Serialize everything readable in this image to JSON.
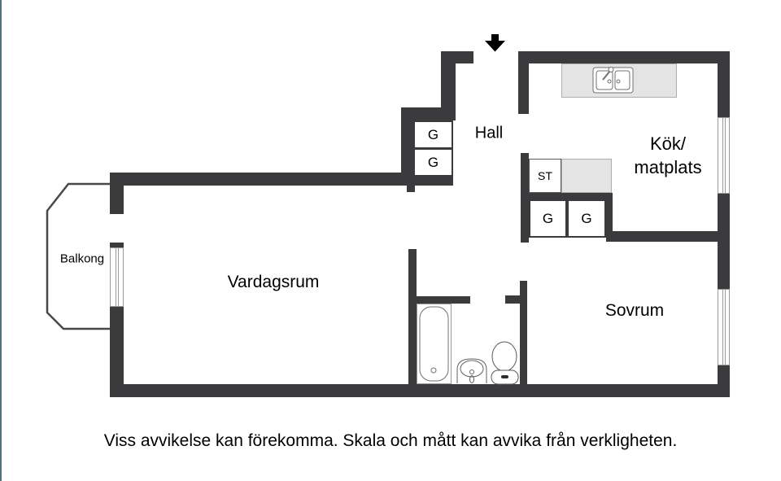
{
  "colors": {
    "wall": "#3B3B3D",
    "fixture_gray": "#E4E4E4",
    "outline_gray": "#707070",
    "page_edge_line": "#517080",
    "text": "#000000"
  },
  "entrance": {
    "icon": "down-arrow"
  },
  "rooms": {
    "hall": "Hall",
    "kitchen_line1": "Kök/",
    "kitchen_line2": "matplats",
    "living_room": "Vardagsrum",
    "bedroom": "Sovrum",
    "balcony": "Balkong"
  },
  "closets": {
    "storage": "ST",
    "hall": [
      "G",
      "G"
    ],
    "kitchen": [
      "G",
      "G"
    ]
  },
  "disclaimer": "Viss avvikelse kan förekomma. Skala och mått kan avvika från verkligheten."
}
